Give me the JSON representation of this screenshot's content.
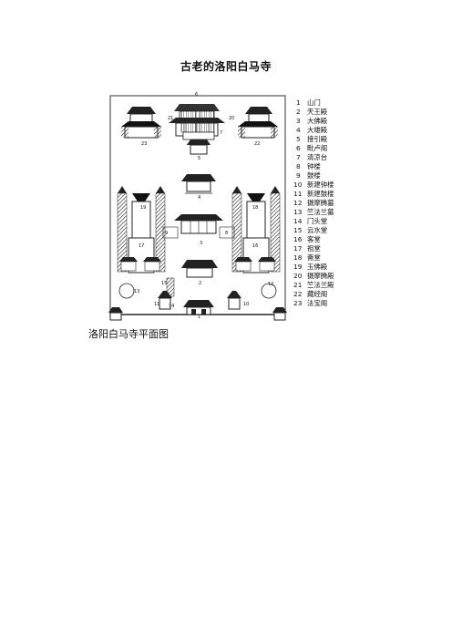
{
  "document": {
    "title": "古老的洛阳白马寺",
    "caption": "洛阳白马寺平面图"
  },
  "plan": {
    "top_label": "6",
    "legend": [
      {
        "num": "1",
        "name": "山门"
      },
      {
        "num": "2",
        "name": "天王殿"
      },
      {
        "num": "3",
        "name": "大佛殿"
      },
      {
        "num": "4",
        "name": "大雄殿"
      },
      {
        "num": "5",
        "name": "接引殿"
      },
      {
        "num": "6",
        "name": "毗卢阁"
      },
      {
        "num": "7",
        "name": "清凉台"
      },
      {
        "num": "8",
        "name": "钟楼"
      },
      {
        "num": "9",
        "name": "鼓楼"
      },
      {
        "num": "10",
        "name": "新建钟楼"
      },
      {
        "num": "11",
        "name": "新建鼓楼"
      },
      {
        "num": "12",
        "name": "摄摩腾墓"
      },
      {
        "num": "13",
        "name": "竺法兰墓"
      },
      {
        "num": "14",
        "name": "门头堂"
      },
      {
        "num": "15",
        "name": "云水堂"
      },
      {
        "num": "16",
        "name": "客堂"
      },
      {
        "num": "17",
        "name": "祖堂"
      },
      {
        "num": "18",
        "name": "斋堂"
      },
      {
        "num": "19",
        "name": "玉佛殿"
      },
      {
        "num": "20",
        "name": "摄摩腾殿"
      },
      {
        "num": "21",
        "name": "竺法兰殿"
      },
      {
        "num": "22",
        "name": "藏经阁"
      },
      {
        "num": "23",
        "name": "法宝阁"
      }
    ]
  }
}
